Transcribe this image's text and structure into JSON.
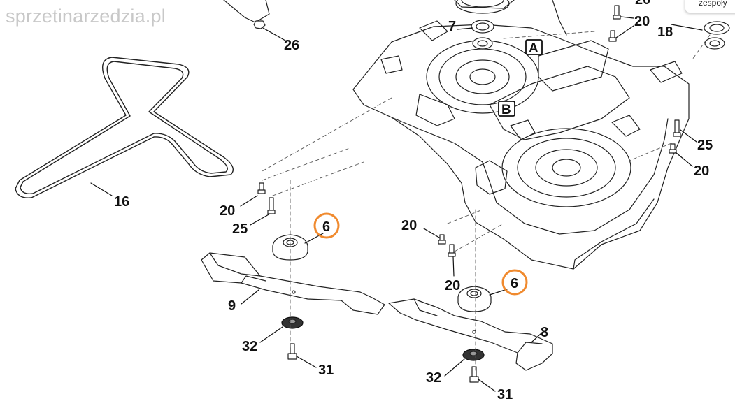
{
  "watermark": "sprzetinarzedzia.pl",
  "tooltip": "zespoły",
  "highlight_color": "#f08a2e",
  "section_labels": [
    "A",
    "B"
  ],
  "callouts": [
    {
      "id": "c26",
      "text": "26"
    },
    {
      "id": "c7",
      "text": "7"
    },
    {
      "id": "c20top",
      "text": "20"
    },
    {
      "id": "c20top2",
      "text": "20"
    },
    {
      "id": "c18",
      "text": "18"
    },
    {
      "id": "c16",
      "text": "16"
    },
    {
      "id": "c25right",
      "text": "25"
    },
    {
      "id": "c20right",
      "text": "20"
    },
    {
      "id": "c20left",
      "text": "20"
    },
    {
      "id": "c25left",
      "text": "25"
    },
    {
      "id": "c6left",
      "text": "6"
    },
    {
      "id": "c20mid",
      "text": "20"
    },
    {
      "id": "c20mid2",
      "text": "20"
    },
    {
      "id": "c6right",
      "text": "6"
    },
    {
      "id": "c9",
      "text": "9"
    },
    {
      "id": "c8",
      "text": "8"
    },
    {
      "id": "c32left",
      "text": "32"
    },
    {
      "id": "c31left",
      "text": "31"
    },
    {
      "id": "c32right",
      "text": "32"
    },
    {
      "id": "c31right",
      "text": "31"
    }
  ]
}
